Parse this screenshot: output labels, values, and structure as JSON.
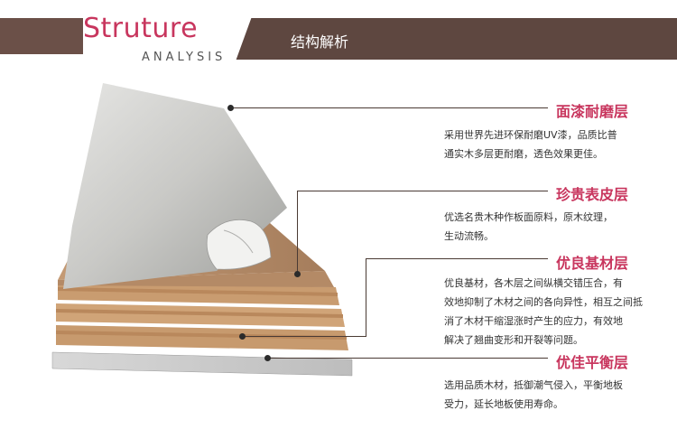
{
  "header": {
    "title": "Struture",
    "subtitle": "ANALYSIS",
    "cn_title": "结构解析"
  },
  "sections": [
    {
      "title": "面漆耐磨层",
      "lines": [
        "采用世界先进环保耐磨UV漆，品质比普",
        "通实木多层更耐磨，透色效果更佳。"
      ]
    },
    {
      "title": "珍贵表皮层",
      "lines": [
        "优选名贵木种作板面原料，原木纹理，",
        "生动流畅。"
      ]
    },
    {
      "title": "优良基材层",
      "lines": [
        "优良基材，各木层之间纵横交错压合，有",
        "效地抑制了木材之间的各向异性，相互之间抵",
        "消了木材干缩湿涨时产生的应力，有效地",
        "解决了翘曲变形和开裂等问题。"
      ]
    },
    {
      "title": "优佳平衡层",
      "lines": [
        "选用品质木材，抵御潮气侵入，平衡地板",
        "受力，延长地板使用寿命。"
      ]
    }
  ],
  "colors": {
    "accent": "#c8365e",
    "band": "#5e4740"
  }
}
